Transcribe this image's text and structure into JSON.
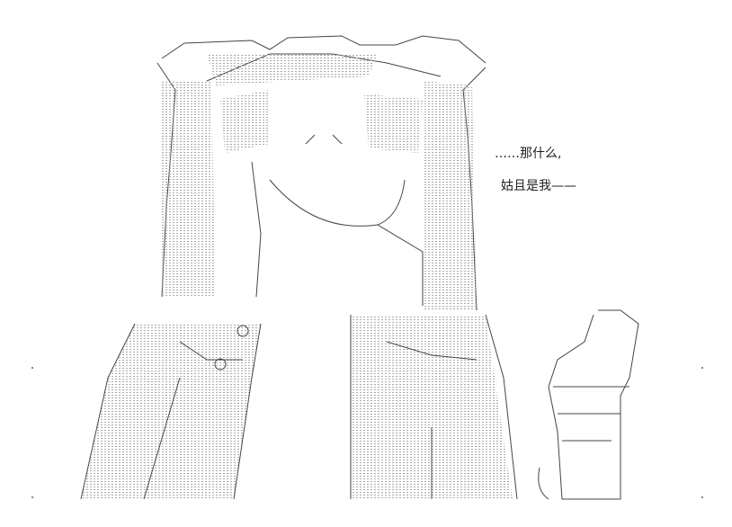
{
  "dialogue": {
    "line1": "……那什么,",
    "line2": "姑且是我——"
  },
  "art": {
    "style": "ascii-text-art",
    "ink_color": "#333333",
    "fill_color": "#9a9a9a"
  }
}
